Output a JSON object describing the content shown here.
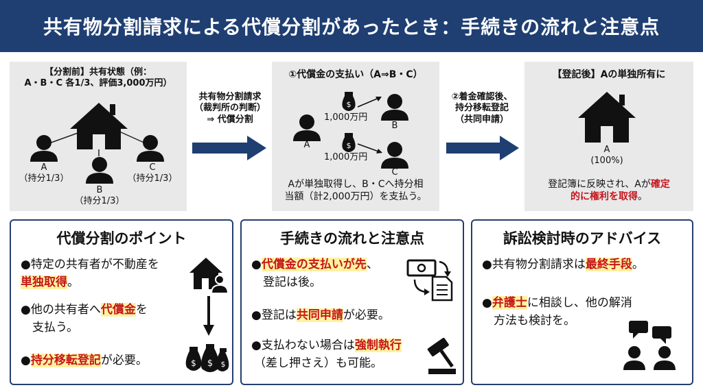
{
  "title": "共有物分割請求による代償分割があったとき：手続きの流れと注意点",
  "before": {
    "heading_line1": "【分割前】共有状態（例：",
    "heading_line2": "A・B・C 各1/3、評価3,000万円）",
    "a_label": "A",
    "a_share": "（持分1/3）",
    "b_label": "B",
    "b_share": "（持分1/3）",
    "c_label": "C",
    "c_share": "（持分1/3）"
  },
  "arrow1": {
    "line1": "共有物分割請求",
    "line2": "（裁判所の判断）",
    "line3": "⇒ 代償分割"
  },
  "payment": {
    "heading": "①代償金の支払い（A⇒B・C）",
    "a_label": "A",
    "b_label": "B",
    "c_label": "C",
    "amount1": "1,000万円",
    "amount2": "1,000万円",
    "desc_line1": "Aが単独取得し、B・Cへ持分相",
    "desc_line2": "当額（計2,000万円）を支払う。"
  },
  "arrow2": {
    "line1": "②着金確認後、",
    "line2": "持分移転登記",
    "line3": "（共同申請）"
  },
  "after": {
    "heading": "【登記後】Aの単独所有に",
    "owner_label": "A",
    "owner_share": "(100%)",
    "desc_line1_a": "登記簿に反映され、Aが",
    "desc_line1_b": "確定",
    "desc_line2_a": "的に権利を取得",
    "desc_line2_b": "。"
  },
  "card1": {
    "title": "代償分割のポイント",
    "item1_a": "●特定の共有者が不動産を",
    "item1_b": "単独取得",
    "item1_c": "。",
    "item2_a": "●他の共有者へ",
    "item2_b": "代償金",
    "item2_c": "を",
    "item2_d": "支払う。",
    "item3_a": "●",
    "item3_b": "持分移転登記",
    "item3_c": "が必要。"
  },
  "card2": {
    "title": "手続きの流れと注意点",
    "item1_a": "●",
    "item1_b": "代償金の支払いが先",
    "item1_c": "、",
    "item1_d": "登記は後。",
    "item2_a": "●登記は",
    "item2_b": "共同申請",
    "item2_c": "が必要。",
    "item3_a": "●支払わない場合は",
    "item3_b": "強制執行",
    "item3_c": "（差し押さえ）も可能。"
  },
  "card3": {
    "title": "訴訟検討時のアドバイス",
    "item1_a": "●共有物分割請求は",
    "item1_b": "最終手段",
    "item1_c": "。",
    "item2_a": "●",
    "item2_b": "弁護士",
    "item2_c": "に相談し、他の解消",
    "item2_d": "方法も検討を。"
  },
  "colors": {
    "header": "#1f3f73",
    "arrow": "#1f3f73",
    "highlight": "#fff2a0",
    "accent_red": "#c4161c",
    "panel": "#e9e9e9"
  }
}
